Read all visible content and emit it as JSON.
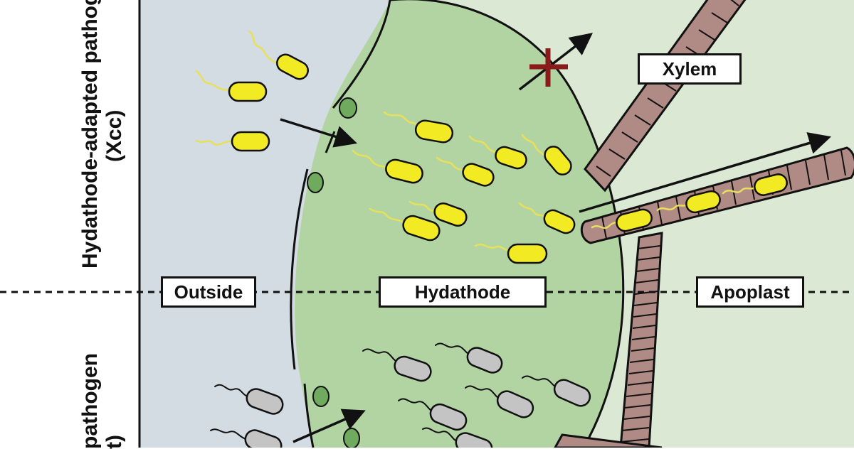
{
  "labels": {
    "side_top_line1": "Hydathode-adapted pathogen",
    "side_top_line2": "(Xcc)",
    "side_bottom_line1": "pathogen",
    "side_bottom_line2": "t)",
    "outside": "Outside",
    "hydathode": "Hydathode",
    "apoplast": "Apoplast",
    "xylem": "Xylem"
  },
  "colors": {
    "outside_bg": "#d3dbe3",
    "hydathode_fill": "#b2d4a2",
    "apoplast_bg": "#dbe8d3",
    "xylem_fill": "#b08b86",
    "adapted_bacteria": "#f2ea22",
    "non_adapted_bacteria": "#c4c4c4",
    "blocked_mark": "#8b1b1b",
    "pore_cell": "#6faa5f"
  },
  "icons": {
    "blocked": "blocked-exit-cross-icon",
    "movement": "arrow-icon"
  }
}
